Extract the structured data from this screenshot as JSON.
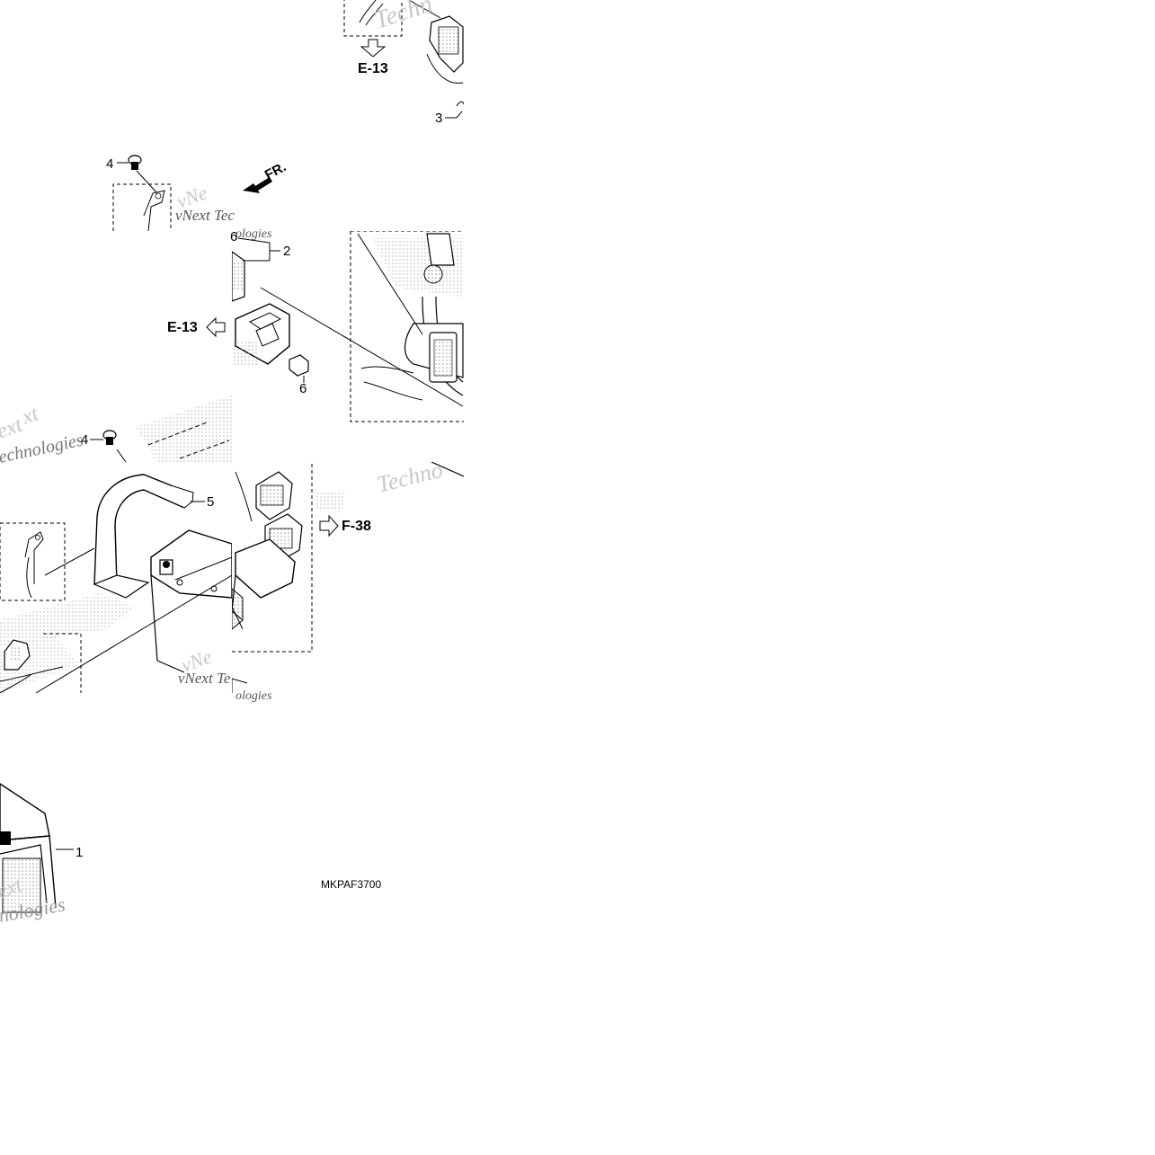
{
  "callouts": {
    "c1": "1",
    "c2": "2",
    "c3": "3",
    "c4a": "4",
    "c4b": "4",
    "c5": "5",
    "c6a": "6",
    "c6b": "6"
  },
  "refs": {
    "e13_top": "E-13",
    "e13_left": "E-13",
    "f38": "F-38"
  },
  "front_label": "FR.",
  "drawing_code": "MKPAF3700",
  "watermarks": {
    "w1": "Techn",
    "w2": "vNext Tec",
    "w3": "ologies",
    "w4": "ext",
    "w5": "echnologies",
    "w6": "Techno",
    "w7": "vNext Te",
    "w8": "ologies",
    "w9": "ext",
    "w10": "nologies",
    "w11": "vNe",
    "w12": "xt",
    "w13": "vNe"
  },
  "colors": {
    "line": "#000000",
    "watermark": "#c8c8c8",
    "stipple": "#9a9a9a"
  }
}
